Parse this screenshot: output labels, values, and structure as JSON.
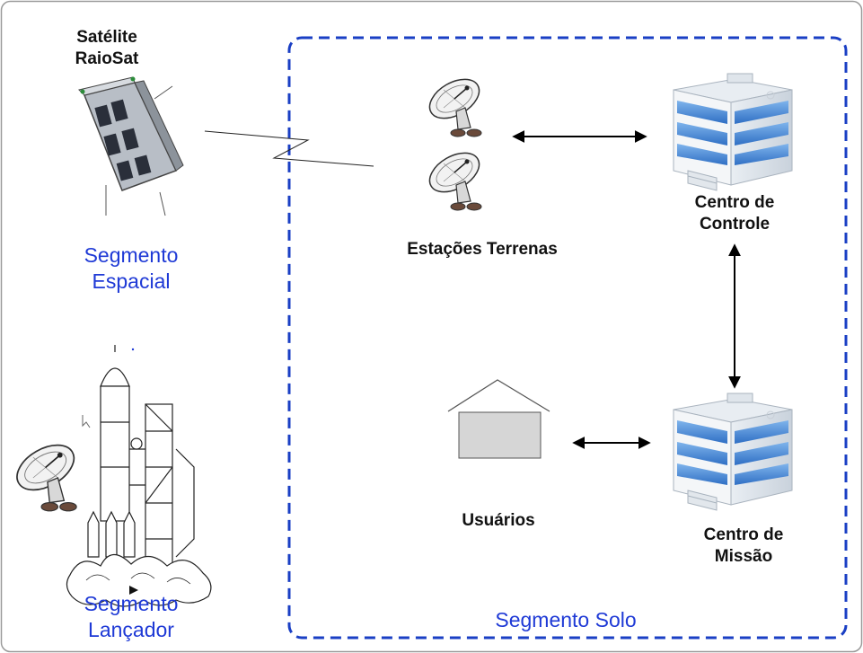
{
  "space_segment": {
    "satellite_label_line1": "Satélite",
    "satellite_label_line2": "RaioSat",
    "segment_label_line1": "Segmento",
    "segment_label_line2": "Espacial"
  },
  "launcher_segment": {
    "segment_label_line1": "Segmento",
    "segment_label_line2": "Lançador"
  },
  "ground_segment": {
    "segment_label": "Segmento Solo",
    "ground_stations_label": "Estações Terrenas",
    "control_center_line1": "Centro de",
    "control_center_line2": "Controle",
    "mission_center_line1": "Centro de",
    "mission_center_line2": "Missão",
    "users_label": "Usuários"
  },
  "colors": {
    "segment_text": "#1f3ad6",
    "dashed_border": "#1a3fc4",
    "arrow": "#000000"
  },
  "icons": [
    "satellite-icon",
    "antenna-dish-icon",
    "building-icon",
    "house-icon",
    "rocket-icon"
  ]
}
